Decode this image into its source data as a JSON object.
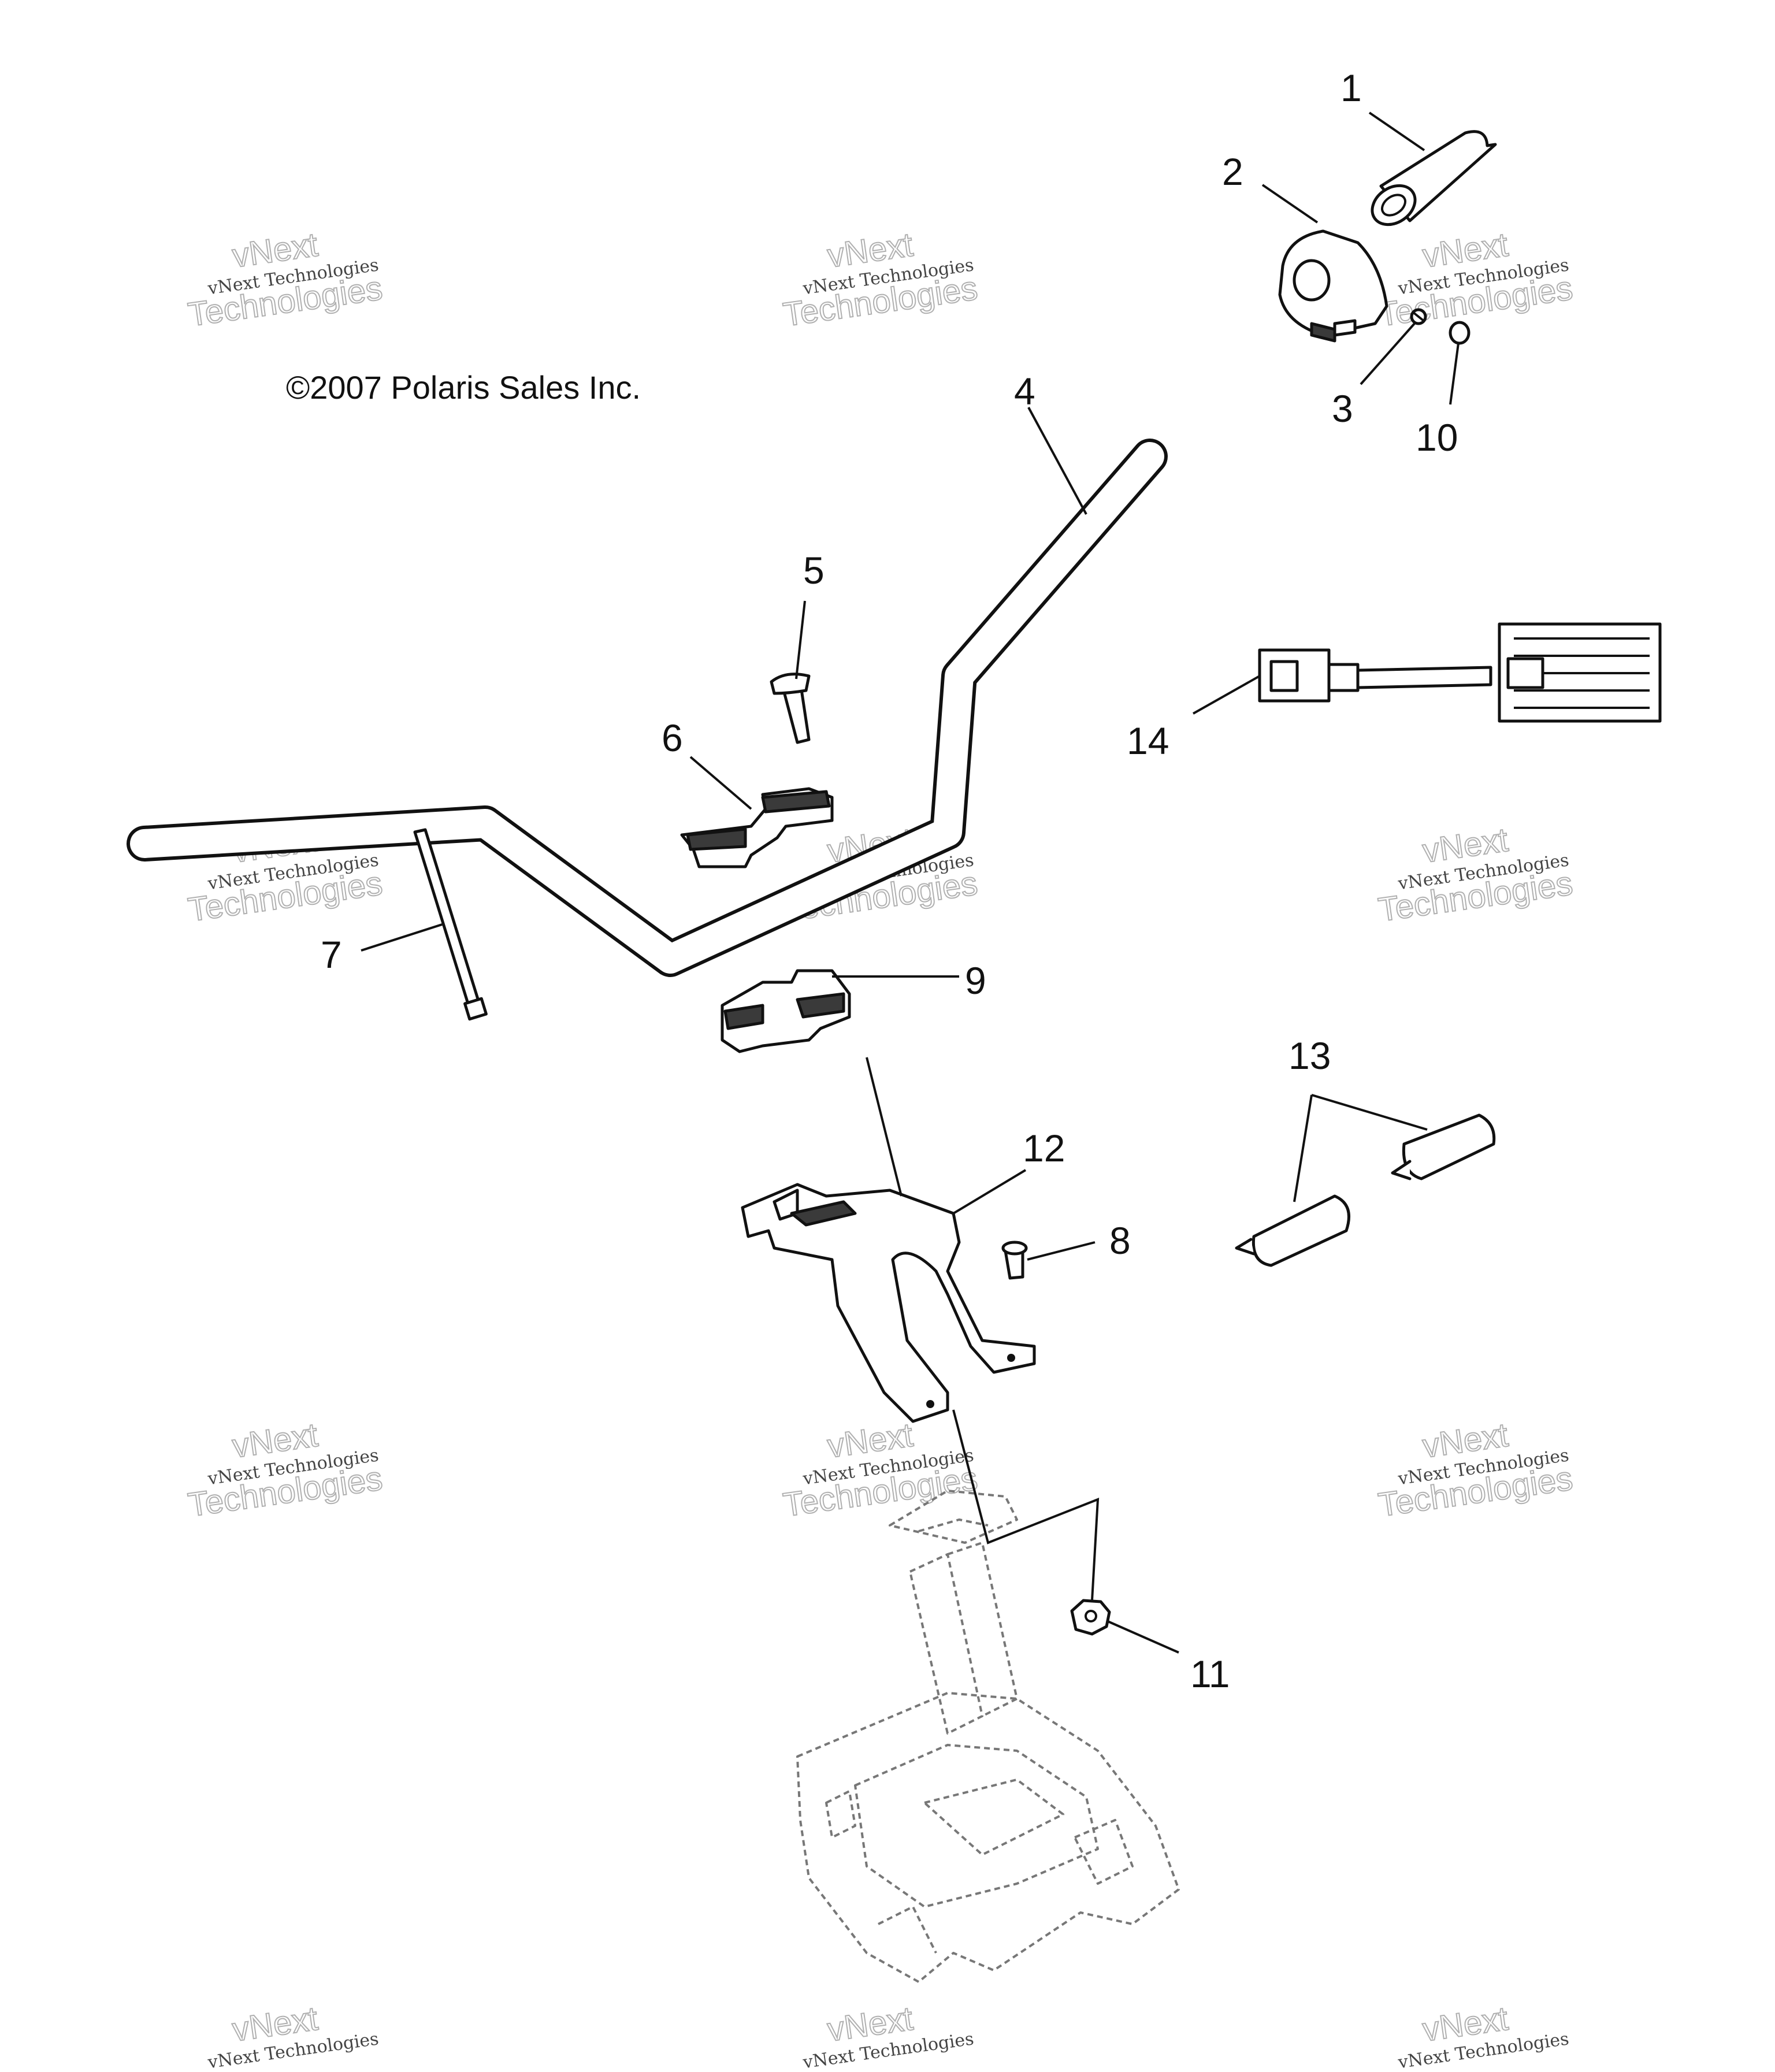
{
  "copyright": "©2007 Polaris Sales Inc.",
  "watermark": {
    "top": "vNext",
    "middle": "vNext Technologies",
    "bottom": "Technologies"
  },
  "callouts": [
    "1",
    "2",
    "3",
    "4",
    "5",
    "6",
    "7",
    "8",
    "9",
    "10",
    "11",
    "12",
    "13",
    "14"
  ],
  "colors": {
    "line": "#111111",
    "watermark": "#b0b0b0",
    "background": "#ffffff"
  }
}
